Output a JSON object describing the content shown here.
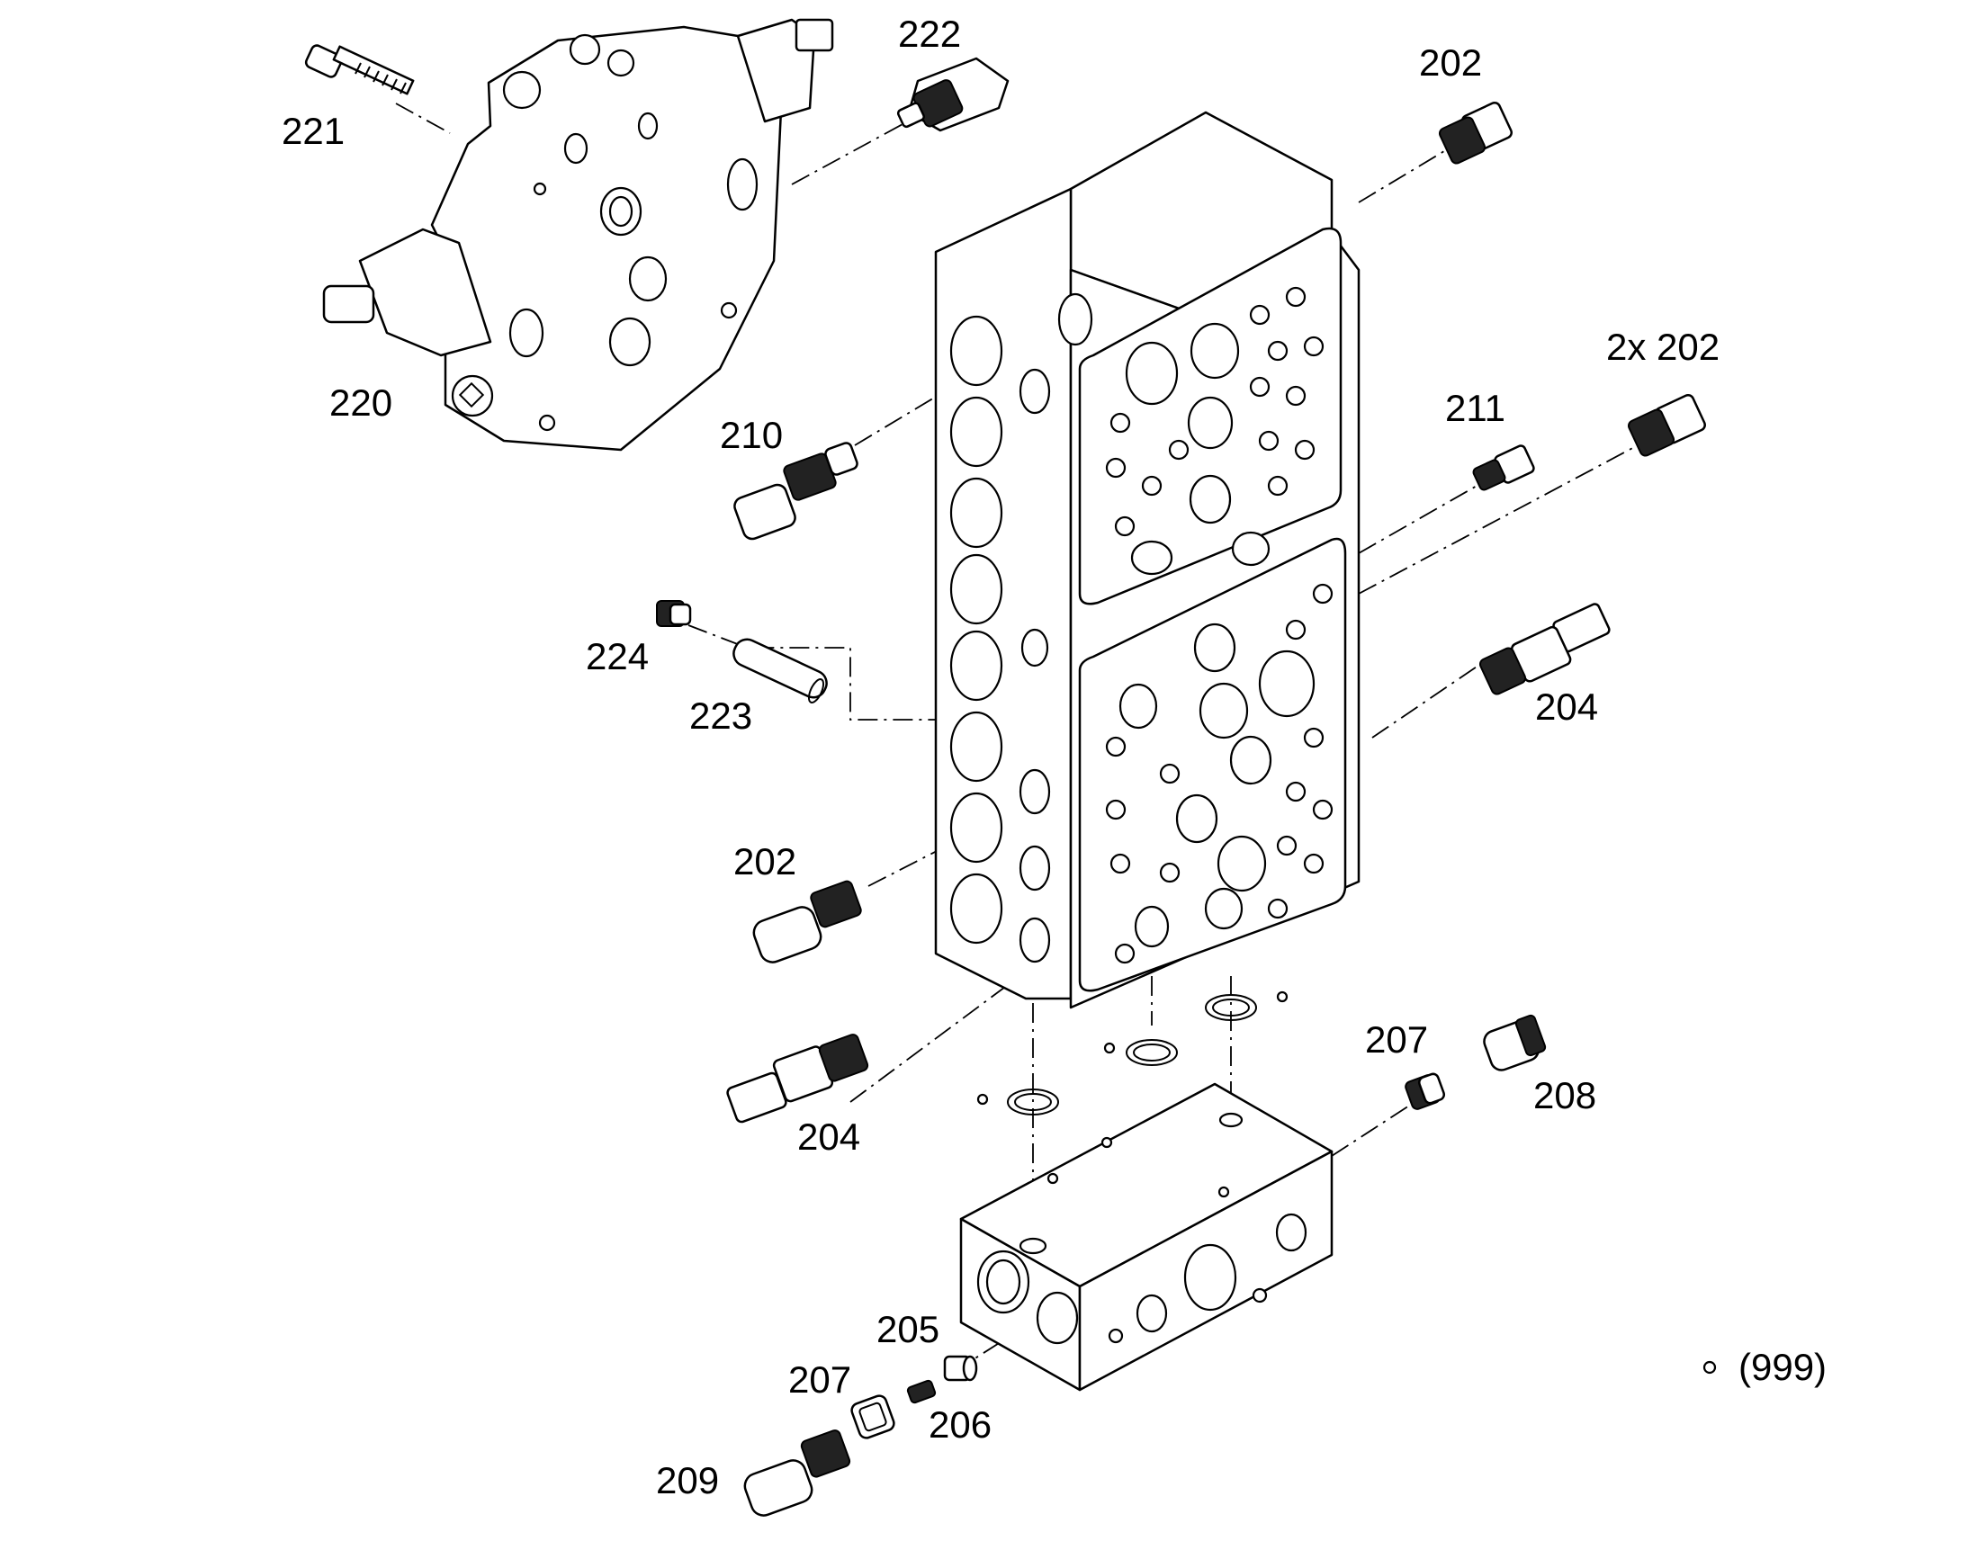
{
  "diagram": {
    "labels": {
      "p221": "221",
      "p222": "222",
      "p220": "220",
      "p202_top": "202",
      "p2x202": "2x 202",
      "p211": "211",
      "p210": "210",
      "p224": "224",
      "p223": "223",
      "p204_right": "204",
      "p202_left": "202",
      "p204_left": "204",
      "p207_right": "207",
      "p208": "208",
      "p205": "205",
      "p207_left": "207",
      "p206": "206",
      "p209": "209",
      "p999": "(999)"
    }
  }
}
